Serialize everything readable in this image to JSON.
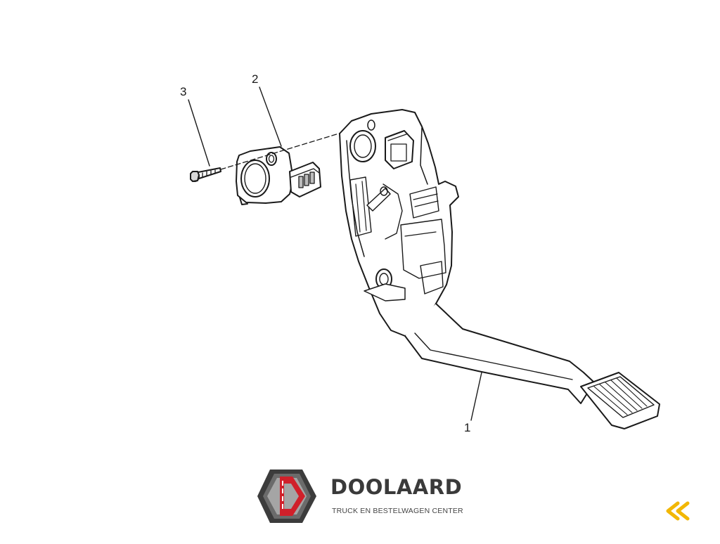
{
  "diagram": {
    "callouts": [
      {
        "id": "1",
        "label": "1"
      },
      {
        "id": "2",
        "label": "2"
      },
      {
        "id": "3",
        "label": "3"
      }
    ]
  },
  "brand": {
    "name": "DOOLAARD",
    "tagline": "TRUCK EN BESTELWAGEN CENTER",
    "colors": {
      "red": "#d0202a",
      "dark_gray": "#3c3c3c",
      "mid_gray": "#6b6b6b",
      "light_gray": "#a5a5a5"
    }
  },
  "nav": {
    "back_icon": "double-chevron-left-icon",
    "accent_color": "#f2b705"
  }
}
